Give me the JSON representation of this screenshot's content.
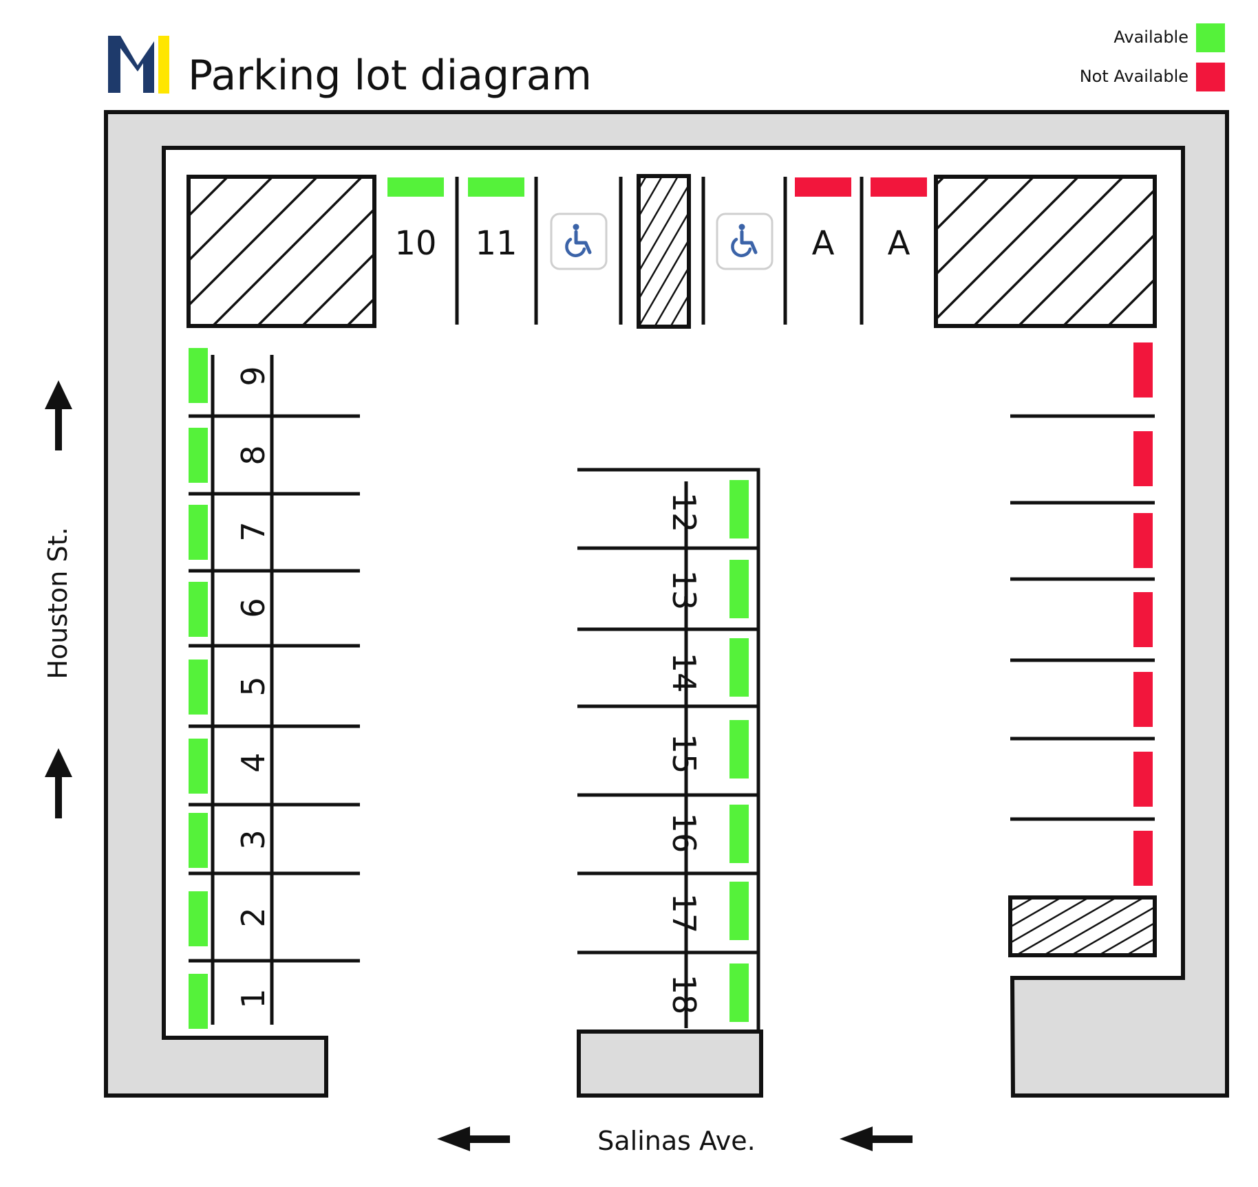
{
  "header": {
    "title": "Parking lot diagram",
    "logo_letter": "M",
    "logo_colors": {
      "navy": "#1e3a6b",
      "yellow": "#ffe600"
    }
  },
  "legend": {
    "available_label": "Available",
    "not_available_label": "Not Available",
    "available_color": "#55f23a",
    "not_available_color": "#f2163c"
  },
  "streets": {
    "west": "Houston St.",
    "south": "Salinas Ave."
  },
  "colors": {
    "sidewalk": "#dcdcdc",
    "outline": "#111111",
    "accessible_icon": "#3b63a8"
  },
  "spaces": {
    "left_column": [
      {
        "label": "9",
        "status": "available"
      },
      {
        "label": "8",
        "status": "available"
      },
      {
        "label": "7",
        "status": "available"
      },
      {
        "label": "6",
        "status": "available"
      },
      {
        "label": "5",
        "status": "available"
      },
      {
        "label": "4",
        "status": "available"
      },
      {
        "label": "3",
        "status": "available"
      },
      {
        "label": "2",
        "status": "available"
      },
      {
        "label": "1",
        "status": "available"
      }
    ],
    "top_row": [
      {
        "label": "10",
        "status": "available"
      },
      {
        "label": "11",
        "status": "available"
      },
      {
        "label": "",
        "status": "accessible",
        "icon": "wheelchair-icon"
      },
      {
        "label": "",
        "status": "accessible",
        "icon": "wheelchair-icon"
      },
      {
        "label": "A",
        "status": "not_available"
      },
      {
        "label": "A",
        "status": "not_available"
      }
    ],
    "center_column": [
      {
        "label": "12",
        "status": "available"
      },
      {
        "label": "13",
        "status": "available"
      },
      {
        "label": "14",
        "status": "available"
      },
      {
        "label": "15",
        "status": "available"
      },
      {
        "label": "16",
        "status": "available"
      },
      {
        "label": "17",
        "status": "available"
      },
      {
        "label": "18",
        "status": "available"
      }
    ],
    "right_column": [
      {
        "label": "",
        "status": "not_available"
      },
      {
        "label": "",
        "status": "not_available"
      },
      {
        "label": "",
        "status": "not_available"
      },
      {
        "label": "",
        "status": "not_available"
      },
      {
        "label": "",
        "status": "not_available"
      },
      {
        "label": "",
        "status": "not_available"
      },
      {
        "label": "",
        "status": "not_available"
      }
    ]
  }
}
